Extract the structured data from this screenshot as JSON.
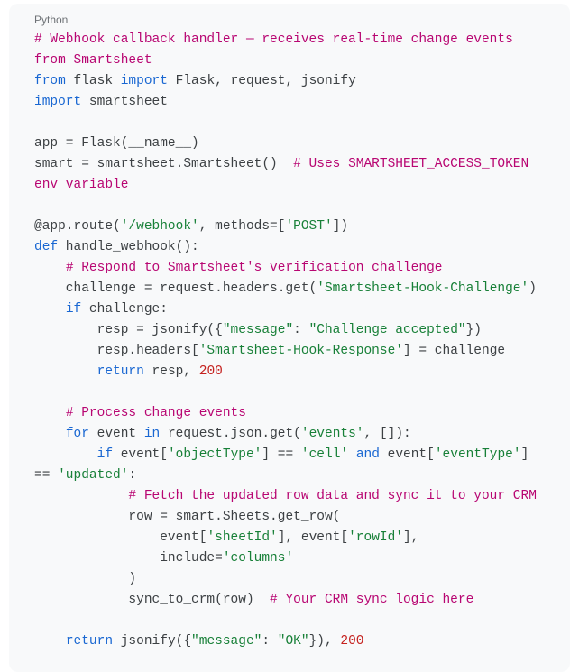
{
  "card": {
    "language_label": "Python",
    "background": "#f8f9fa"
  },
  "palette": {
    "plain": "#3c4043",
    "keyword": "#1967d2",
    "string": "#188038",
    "comment": "#b80672",
    "literal": "#c5221f",
    "label": "#6e7276"
  },
  "code": {
    "lines": [
      [
        [
          "com",
          "# Webhook callback handler — receives real-time change events"
        ]
      ],
      [
        [
          "com",
          "from Smartsheet"
        ]
      ],
      [
        [
          "kwd",
          "from"
        ],
        [
          "pln",
          " flask "
        ],
        [
          "kwd",
          "import"
        ],
        [
          "pln",
          " Flask, request, jsonify"
        ]
      ],
      [
        [
          "kwd",
          "import"
        ],
        [
          "pln",
          " smartsheet"
        ]
      ],
      [],
      [
        [
          "pln",
          "app = Flask(__name__)"
        ]
      ],
      [
        [
          "pln",
          "smart = smartsheet.Smartsheet()  "
        ],
        [
          "com",
          "# Uses SMARTSHEET_ACCESS_TOKEN"
        ]
      ],
      [
        [
          "com",
          "env variable"
        ]
      ],
      [],
      [
        [
          "pln",
          "@app.route("
        ],
        [
          "str",
          "'/webhook'"
        ],
        [
          "pln",
          ", methods=["
        ],
        [
          "str",
          "'POST'"
        ],
        [
          "pln",
          "])"
        ]
      ],
      [
        [
          "kwd",
          "def"
        ],
        [
          "pln",
          " handle_webhook():"
        ]
      ],
      [
        [
          "pln",
          "    "
        ],
        [
          "com",
          "# Respond to Smartsheet's verification challenge"
        ]
      ],
      [
        [
          "pln",
          "    challenge = request.headers.get("
        ],
        [
          "str",
          "'Smartsheet-Hook-Challenge'"
        ],
        [
          "pln",
          ")"
        ]
      ],
      [
        [
          "pln",
          "    "
        ],
        [
          "kwd",
          "if"
        ],
        [
          "pln",
          " challenge:"
        ]
      ],
      [
        [
          "pln",
          "        resp = jsonify({"
        ],
        [
          "str",
          "\"message\""
        ],
        [
          "pln",
          ": "
        ],
        [
          "str",
          "\"Challenge accepted\""
        ],
        [
          "pln",
          "})"
        ]
      ],
      [
        [
          "pln",
          "        resp.headers["
        ],
        [
          "str",
          "'Smartsheet-Hook-Response'"
        ],
        [
          "pln",
          "] = challenge"
        ]
      ],
      [
        [
          "pln",
          "        "
        ],
        [
          "kwd",
          "return"
        ],
        [
          "pln",
          " resp, "
        ],
        [
          "lit",
          "200"
        ]
      ],
      [],
      [
        [
          "pln",
          "    "
        ],
        [
          "com",
          "# Process change events"
        ]
      ],
      [
        [
          "pln",
          "    "
        ],
        [
          "kwd",
          "for"
        ],
        [
          "pln",
          " event "
        ],
        [
          "kwd",
          "in"
        ],
        [
          "pln",
          " request.json.get("
        ],
        [
          "str",
          "'events'"
        ],
        [
          "pln",
          ", []):"
        ]
      ],
      [
        [
          "pln",
          "        "
        ],
        [
          "kwd",
          "if"
        ],
        [
          "pln",
          " event["
        ],
        [
          "str",
          "'objectType'"
        ],
        [
          "pln",
          "] == "
        ],
        [
          "str",
          "'cell'"
        ],
        [
          "pln",
          " "
        ],
        [
          "kwd",
          "and"
        ],
        [
          "pln",
          " event["
        ],
        [
          "str",
          "'eventType'"
        ],
        [
          "pln",
          "]"
        ]
      ],
      [
        [
          "pln",
          "== "
        ],
        [
          "str",
          "'updated'"
        ],
        [
          "pln",
          ":"
        ]
      ],
      [
        [
          "pln",
          "            "
        ],
        [
          "com",
          "# Fetch the updated row data and sync it to your CRM"
        ]
      ],
      [
        [
          "pln",
          "            row = smart.Sheets.get_row("
        ]
      ],
      [
        [
          "pln",
          "                event["
        ],
        [
          "str",
          "'sheetId'"
        ],
        [
          "pln",
          "], event["
        ],
        [
          "str",
          "'rowId'"
        ],
        [
          "pln",
          "],"
        ]
      ],
      [
        [
          "pln",
          "                include="
        ],
        [
          "str",
          "'columns'"
        ]
      ],
      [
        [
          "pln",
          "            )"
        ]
      ],
      [
        [
          "pln",
          "            sync_to_crm(row)  "
        ],
        [
          "com",
          "# Your CRM sync logic here"
        ]
      ],
      [],
      [
        [
          "pln",
          "    "
        ],
        [
          "kwd",
          "return"
        ],
        [
          "pln",
          " jsonify({"
        ],
        [
          "str",
          "\"message\""
        ],
        [
          "pln",
          ": "
        ],
        [
          "str",
          "\"OK\""
        ],
        [
          "pln",
          "}), "
        ],
        [
          "lit",
          "200"
        ]
      ]
    ]
  }
}
